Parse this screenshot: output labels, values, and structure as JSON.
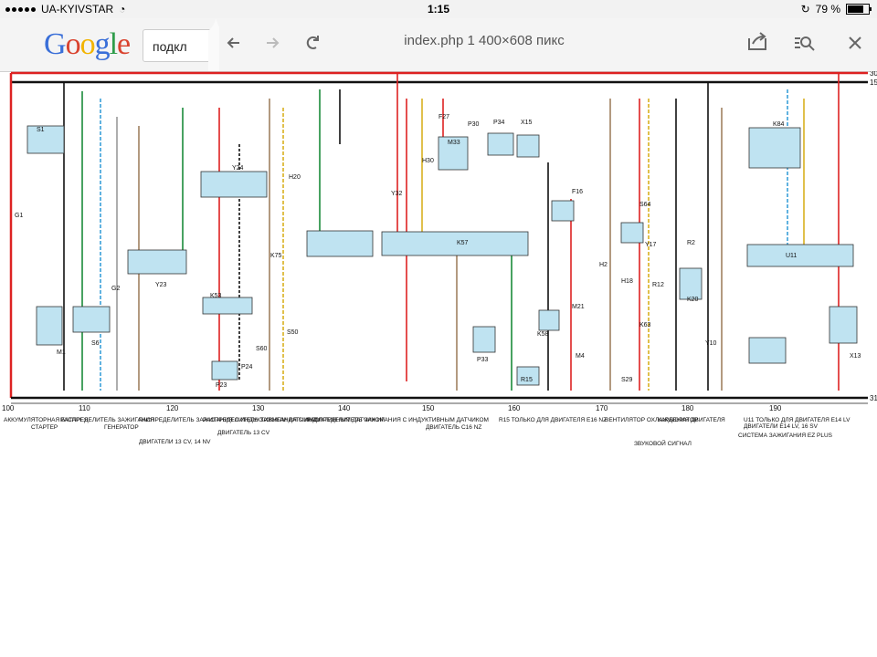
{
  "status_bar": {
    "carrier": "UA-KYIVSTAR",
    "time": "1:15",
    "battery": "79 %"
  },
  "browser": {
    "logo": "Google",
    "tab_text": "подкл",
    "url_title": "index.php 1 400×608 пикс",
    "icons": [
      "back-icon",
      "forward-icon",
      "reload-icon",
      "share-icon",
      "search-icon",
      "close-icon"
    ]
  },
  "diagram": {
    "rails": [
      "30",
      "15",
      "31"
    ],
    "ruler_ticks": [
      "100",
      "110",
      "120",
      "130",
      "140",
      "150",
      "160",
      "170",
      "180",
      "190"
    ],
    "captions": [
      "АККУМУЛЯТОРНАЯ БАТАРЕЯ",
      "СТАРТЕР",
      "РАСПРЕДЕЛИТЕЛЬ ЗАЖИГАНИЯ",
      "ГЕНЕРАТОР",
      "РАСПРЕДЕЛИТЕЛЬ ЗАЖИГАНИЯ С ИНДУКТИВНЫМ ДАТЧИКОМ",
      "ДВИГАТЕЛИ 13 CV, 14 NV",
      "РАСПРЕДЕЛИТЕЛЬ ЗАЖИГАНИЯ С ИНДУКТИВНЫМ ДАТЧИКОМ",
      "ДВИГАТЕЛЬ 13 CV",
      "РАСПРЕДЕЛИТЕЛЬ ЗАЖИГАНИЯ С ИНДУКТИВНЫМ ДАТЧИКОМ",
      "ДВИГАТЕЛЬ С16 NZ",
      "R15 ТОЛЬКО ДЛЯ ДВИГАТЕЛЯ Е16 NZ",
      "ВЕНТИЛЯТОР ОХЛАЖДЕНИЯ ДВИГАТЕЛЯ",
      "ЗВУКОВОЙ СИГНАЛ",
      "КАРБЮРАТОР",
      "U11 ТОЛЬКО ДЛЯ ДВИГАТЕЛЯ Е14 LV",
      "ДВИГАТЕЛИ Е14 LV, 16 SV",
      "СИСТЕМА ЗАЖИГАНИЯ EZ PLUS"
    ],
    "components": [
      "G1",
      "S1",
      "M1",
      "S6",
      "G2",
      "Y23",
      "K53",
      "P23",
      "P24",
      "S60",
      "Y24",
      "K75",
      "S50",
      "H20",
      "Y32",
      "K57",
      "M33",
      "P30",
      "P34",
      "X15",
      "P33",
      "R15",
      "K58",
      "F16",
      "M21",
      "M4",
      "H2",
      "H18",
      "K63",
      "Y17",
      "R2",
      "R12",
      "K20",
      "Y10",
      "K84",
      "U11",
      "X13",
      "H30",
      "F27",
      "S64",
      "S29"
    ]
  }
}
